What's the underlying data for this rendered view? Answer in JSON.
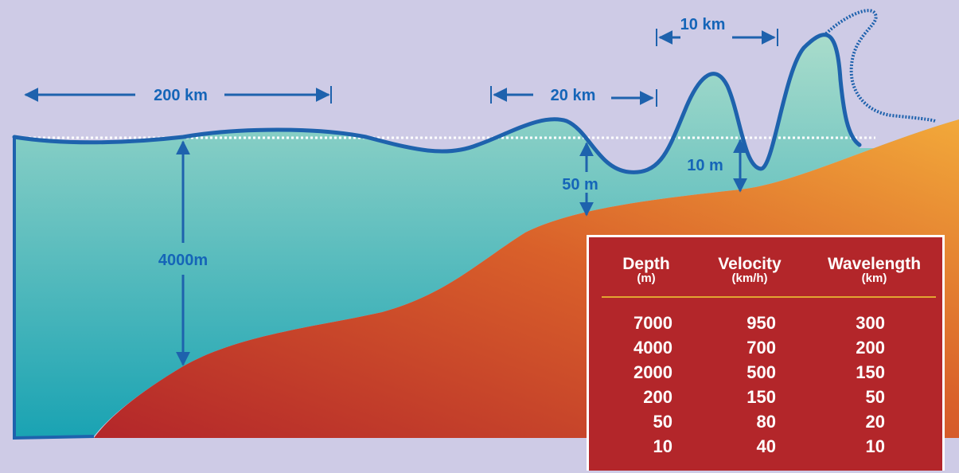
{
  "colors": {
    "background": "#cecbe6",
    "water_top": "#a9dccb",
    "water_bottom": "#1aa3b3",
    "seabed_light": "#f2a93a",
    "seabed_dark": "#b3262a",
    "wave_line": "#1e62ad",
    "label": "#1565b8",
    "table_bg": "#b3262a",
    "table_rule": "#e3a531"
  },
  "labels": {
    "wavelength_200": "200 km",
    "wavelength_20": "20 km",
    "wavelength_10": "10 km",
    "depth_4000": "4000m",
    "depth_50": "50 m",
    "depth_10": "10 m"
  },
  "table": {
    "headers": [
      {
        "title": "Depth",
        "unit": "(m)"
      },
      {
        "title": "Velocity",
        "unit": "(km/h)"
      },
      {
        "title": "Wavelength",
        "unit": "(km)"
      }
    ],
    "rows": [
      [
        "7000",
        "950",
        "300"
      ],
      [
        "4000",
        "700",
        "200"
      ],
      [
        "2000",
        "500",
        "150"
      ],
      [
        "200",
        "150",
        "50"
      ],
      [
        "50",
        "80",
        "20"
      ],
      [
        "10",
        "40",
        "10"
      ]
    ]
  }
}
